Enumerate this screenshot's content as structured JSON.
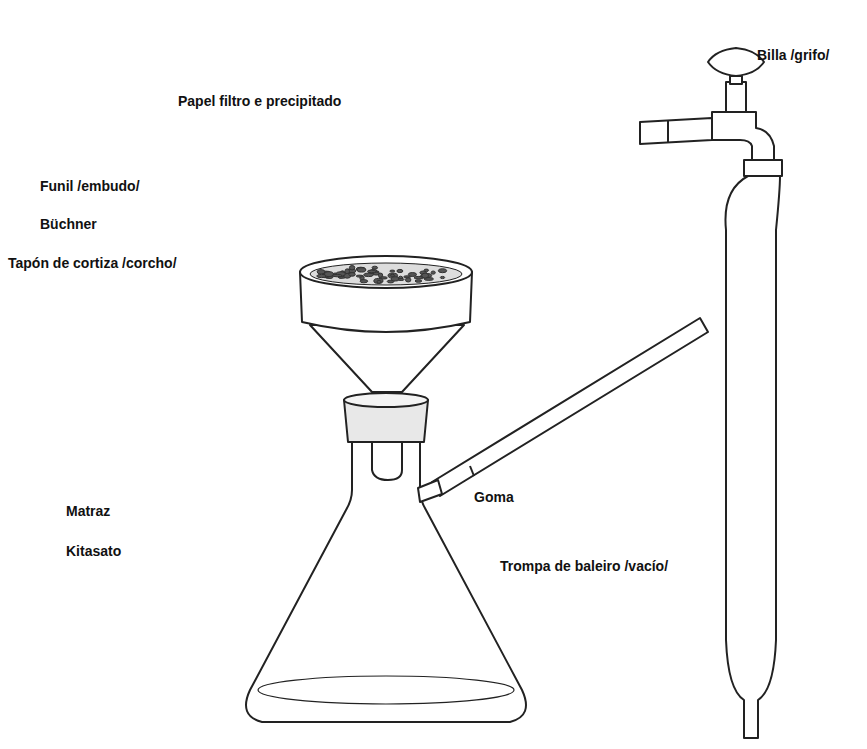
{
  "diagram": {
    "labels": [
      "Billa /grifo/",
      "Papel filtro e precipitado",
      "Funil /embudo/",
      "Büchner",
      "Tapón de cortiza /corcho/",
      "Goma",
      "Matraz",
      "Kitasato",
      "Trompa de baleiro /vacío/"
    ]
  }
}
